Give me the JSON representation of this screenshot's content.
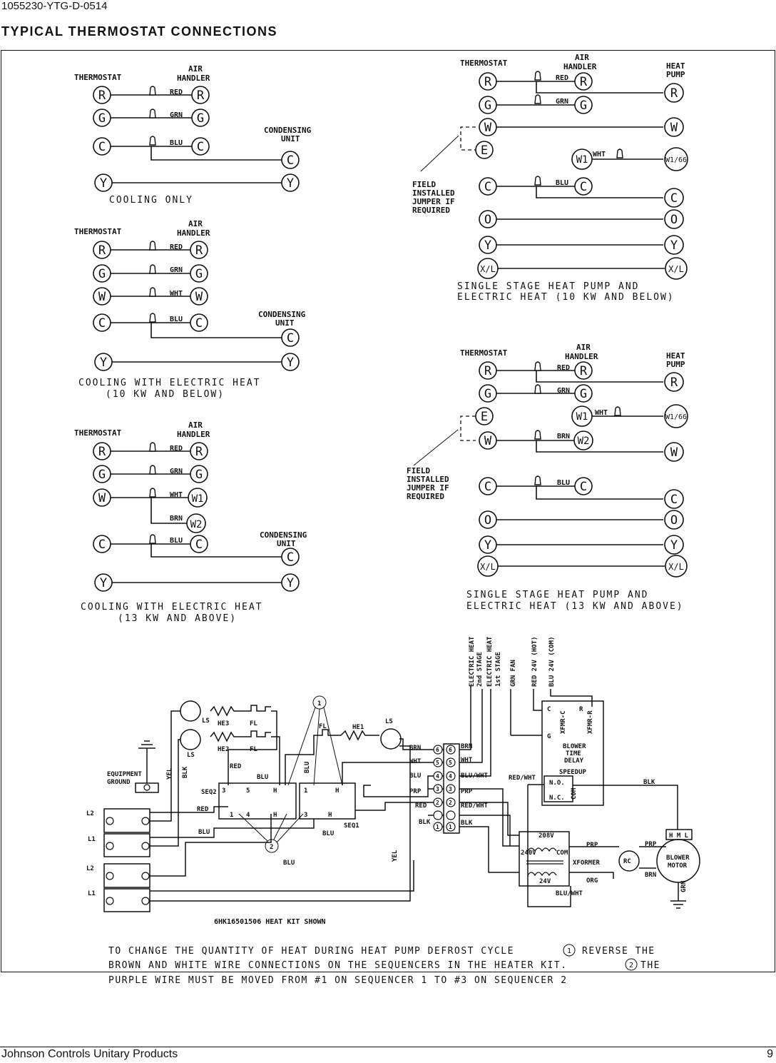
{
  "header": {
    "doc_id": "1055230-YTG-D-0514",
    "title": "TYPICAL THERMOSTAT CONNECTIONS"
  },
  "labels": {
    "thermostat": "THERMOSTAT",
    "air": "AIR",
    "handler": "HANDLER",
    "condensing": "CONDENSING",
    "unit": "UNIT",
    "heat": "HEAT",
    "pump": "PUMP",
    "field": "FIELD",
    "installed": "INSTALLED",
    "jumper_if": "JUMPER IF",
    "required": "REQUIRED"
  },
  "wire_colors": {
    "red": "RED",
    "grn": "GRN",
    "blu": "BLU",
    "wht": "WHT",
    "brn": "BRN"
  },
  "terminals": {
    "R": "R",
    "G": "G",
    "C": "C",
    "Y": "Y",
    "W": "W",
    "E": "E",
    "O": "O",
    "W1": "W1",
    "W2": "W2",
    "W1_66": "W1/66",
    "XL": "X/L"
  },
  "diagrams": {
    "cooling_only": "COOLING ONLY",
    "elec_heat_small_1": "COOLING WITH ELECTRIC HEAT",
    "elec_heat_small_2": "(10 KW AND BELOW)",
    "elec_heat_large_1": "COOLING WITH ELECTRIC HEAT",
    "elec_heat_large_2": "(13 KW AND ABOVE)",
    "hp_small_1": "SINGLE STAGE HEAT PUMP AND",
    "hp_small_2": "ELECTRIC HEAT (10 KW AND BELOW)",
    "hp_large_1": "SINGLE STAGE HEAT PUMP AND",
    "hp_large_2": "ELECTRIC HEAT (13 KW AND ABOVE)"
  },
  "schematic": {
    "vertical_labels": {
      "elec_heat_2nd_a": "ELECTRIC HEAT",
      "elec_heat_2nd_b": "2nd STAGE",
      "elec_heat_1st_a": "ELECTRIC HEAT",
      "elec_heat_1st_b": "1st STAGE",
      "grn_fan": "GRN FAN",
      "red_hot": "RED 24V (HOT)",
      "blu_com": "BLU 24V (COM)",
      "xfmr_c": "XFMR-C",
      "xfmr_r": "XFMR-R",
      "yel": "YEL",
      "blk": "BLK",
      "blu": "BLU",
      "com": "COM",
      "grn": "GRN"
    },
    "equipment_ground_1": "EQUIPMENT",
    "equipment_ground_2": "GROUND",
    "l2": "L2",
    "l1": "L1",
    "ls": "LS",
    "he3": "HE3",
    "he2": "HE2",
    "he1": "HE1",
    "fl": "FL",
    "seq1": "SEQ1",
    "seq2": "SEQ2",
    "red": "RED",
    "blu": "BLU",
    "brn": "BRN",
    "wht": "WHT",
    "prp": "PRP",
    "blk": "BLK",
    "org": "ORG",
    "blu_wht": "BLU/WHT",
    "red_wht": "RED/WHT",
    "blower_time_delay_1": "BLOWER",
    "blower_time_delay_2": "TIME",
    "blower_time_delay_3": "DELAY",
    "speedup": "SPEEDUP",
    "no": "N.O.",
    "nc": "N.C.",
    "c": "C",
    "g": "G",
    "r": "R",
    "v208": "208V",
    "v240": "240V",
    "v24": "24V",
    "com": "COM",
    "xformer": "XFORMER",
    "rc": "RC",
    "hml": "H M L",
    "blower_motor_1": "BLOWER",
    "blower_motor_2": "MOTOR",
    "heat_kit": "6HK16501506 HEAT KIT SHOWN",
    "callout_1": "1",
    "callout_2": "2",
    "term_1": "1",
    "term_2": "2",
    "term_3": "3",
    "term_4": "4",
    "term_5": "5",
    "term_6": "6",
    "h": "H"
  },
  "note": {
    "line1a": "TO CHANGE THE QUANTITY OF HEAT DURING HEAT PUMP DEFROST CYCLE",
    "line1b": "REVERSE THE",
    "line2a": "BROWN AND WHITE WIRE CONNECTIONS ON THE SEQUENCERS IN THE HEATER KIT.",
    "line2b": "THE",
    "line3": "PURPLE WIRE MUST BE MOVED FROM #1 ON SEQUENCER 1 TO #3 ON SEQUENCER 2"
  },
  "footer": {
    "company": "Johnson Controls Unitary Products",
    "page": "9"
  }
}
